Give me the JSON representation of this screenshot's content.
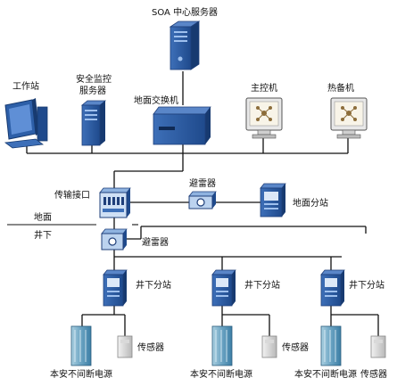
{
  "nodes": {
    "soa_server": "SOA 中心服务器",
    "workstation": "工作站",
    "security_server": "安全监控\n服务器",
    "ground_switch": "地面交换机",
    "main_control": "主控机",
    "hot_standby": "热备机",
    "transmission_interface": "传输接口",
    "lightning_arrester_upper": "避雷器",
    "ground_substation": "地面分站",
    "ground_label": "地面",
    "underground_label": "井下",
    "lightning_arrester_lower": "避雷器",
    "substations": [
      {
        "label": "井下分站",
        "ups": "本安不间断电源",
        "sensor": "传感器"
      },
      {
        "label": "井下分站",
        "ups": "本安不间断电源",
        "sensor": "传感器"
      },
      {
        "label": "井下分站",
        "ups": "本安不间断电源",
        "sensor": "传感器"
      }
    ]
  },
  "colors": {
    "equipment_blue": "#2c5aa0",
    "equipment_dark": "#1f3f7a",
    "line": "#111111"
  }
}
